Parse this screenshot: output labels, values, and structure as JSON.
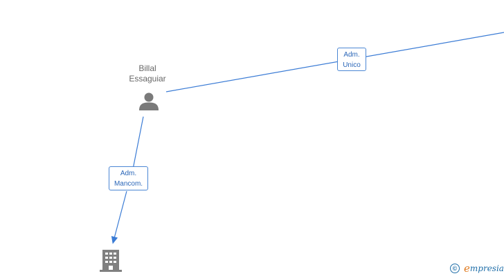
{
  "graph": {
    "person": {
      "name_line1": "Billal",
      "name_line2": "Essaguiar",
      "icon": "person-icon"
    },
    "company": {
      "icon": "building-icon"
    },
    "edges": [
      {
        "role_line1": "Adm.",
        "role_line2": "Unico"
      },
      {
        "role_line1": "Adm.",
        "role_line2": "Mancom."
      }
    ]
  },
  "colors": {
    "edge": "#3a7bd5",
    "node_icon": "#7a7a7a",
    "label_border": "#4a86d4"
  },
  "watermark": {
    "symbol": "©",
    "brand_initial": "e",
    "brand_rest": "mpresia"
  }
}
